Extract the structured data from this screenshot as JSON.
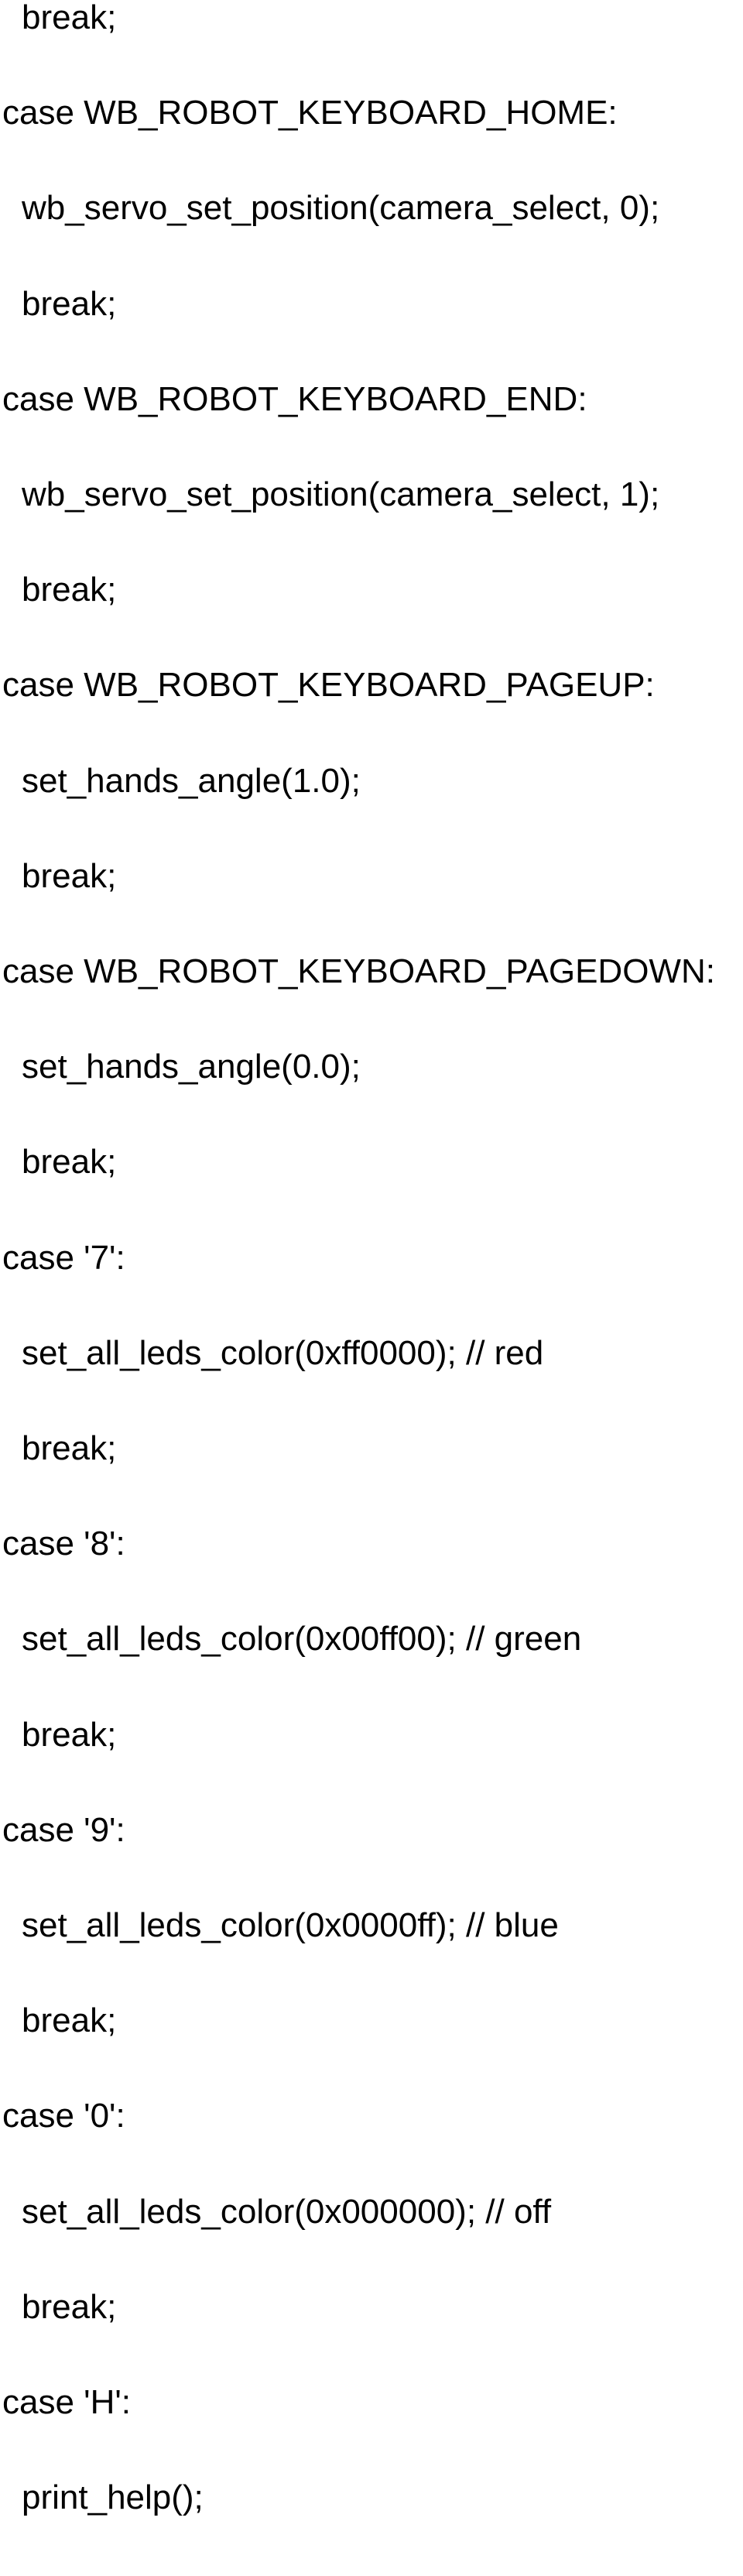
{
  "document": {
    "lines": [
      {
        "text": "break;",
        "kind": "body"
      },
      {
        "text": "case WB_ROBOT_KEYBOARD_HOME:",
        "kind": "case"
      },
      {
        "text": "wb_servo_set_position(camera_select, 0);",
        "kind": "body"
      },
      {
        "text": "break;",
        "kind": "body"
      },
      {
        "text": "case WB_ROBOT_KEYBOARD_END:",
        "kind": "case"
      },
      {
        "text": "wb_servo_set_position(camera_select, 1);",
        "kind": "body"
      },
      {
        "text": "break;",
        "kind": "body"
      },
      {
        "text": "case WB_ROBOT_KEYBOARD_PAGEUP:",
        "kind": "case"
      },
      {
        "text": "set_hands_angle(1.0);",
        "kind": "body"
      },
      {
        "text": "break;",
        "kind": "body"
      },
      {
        "text": "case WB_ROBOT_KEYBOARD_PAGEDOWN:",
        "kind": "case"
      },
      {
        "text": "set_hands_angle(0.0);",
        "kind": "body"
      },
      {
        "text": "break;",
        "kind": "body"
      },
      {
        "text": "case '7':",
        "kind": "case"
      },
      {
        "text": "set_all_leds_color(0xff0000); // red",
        "kind": "body"
      },
      {
        "text": "break;",
        "kind": "body"
      },
      {
        "text": "case '8':",
        "kind": "case"
      },
      {
        "text": "set_all_leds_color(0x00ff00); // green",
        "kind": "body"
      },
      {
        "text": "break;",
        "kind": "body"
      },
      {
        "text": "case '9':",
        "kind": "case"
      },
      {
        "text": "set_all_leds_color(0x0000ff); // blue",
        "kind": "body"
      },
      {
        "text": "break;",
        "kind": "body"
      },
      {
        "text": "case '0':",
        "kind": "case"
      },
      {
        "text": "set_all_leds_color(0x000000); // off",
        "kind": "body"
      },
      {
        "text": "break;",
        "kind": "body"
      },
      {
        "text": "case 'H':",
        "kind": "case"
      },
      {
        "text": "print_help();",
        "kind": "body"
      }
    ]
  }
}
